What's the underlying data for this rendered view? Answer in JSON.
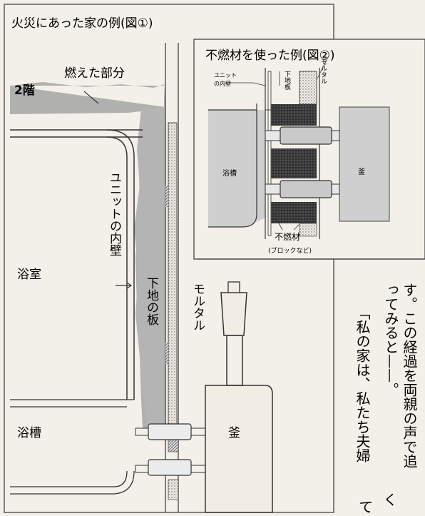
{
  "fig1": {
    "title": "火災にあった家の例(図①)",
    "floor2": "2階",
    "burned": "燃えた部分",
    "unit_wall": "ユニットの内壁",
    "under_board": "下地の板",
    "mortar": "モルタル",
    "bathroom": "浴室",
    "bathtub": "浴槽",
    "boiler": "釜"
  },
  "fig2": {
    "title": "不燃材を使った例(図②)",
    "unit_wall_l1": "ユニット",
    "unit_wall_l2": "の内壁",
    "under_board": "下地板",
    "mortar": "モルタル",
    "bathtub": "浴槽",
    "boiler": "釜",
    "nonflammable": "不燃材",
    "block": "(ブロックなど)"
  },
  "text": {
    "col1": "す。この経過を両親の声で追",
    "col2": "ってみると——。",
    "col3": "「私の家は、私たち夫婦",
    "col4a": "て",
    "col4b": "く"
  },
  "colors": {
    "paper": "#f3f0ea",
    "ink": "#2a2a2a",
    "burn": "#a9a9a9",
    "panel": "#cfcfcf"
  }
}
